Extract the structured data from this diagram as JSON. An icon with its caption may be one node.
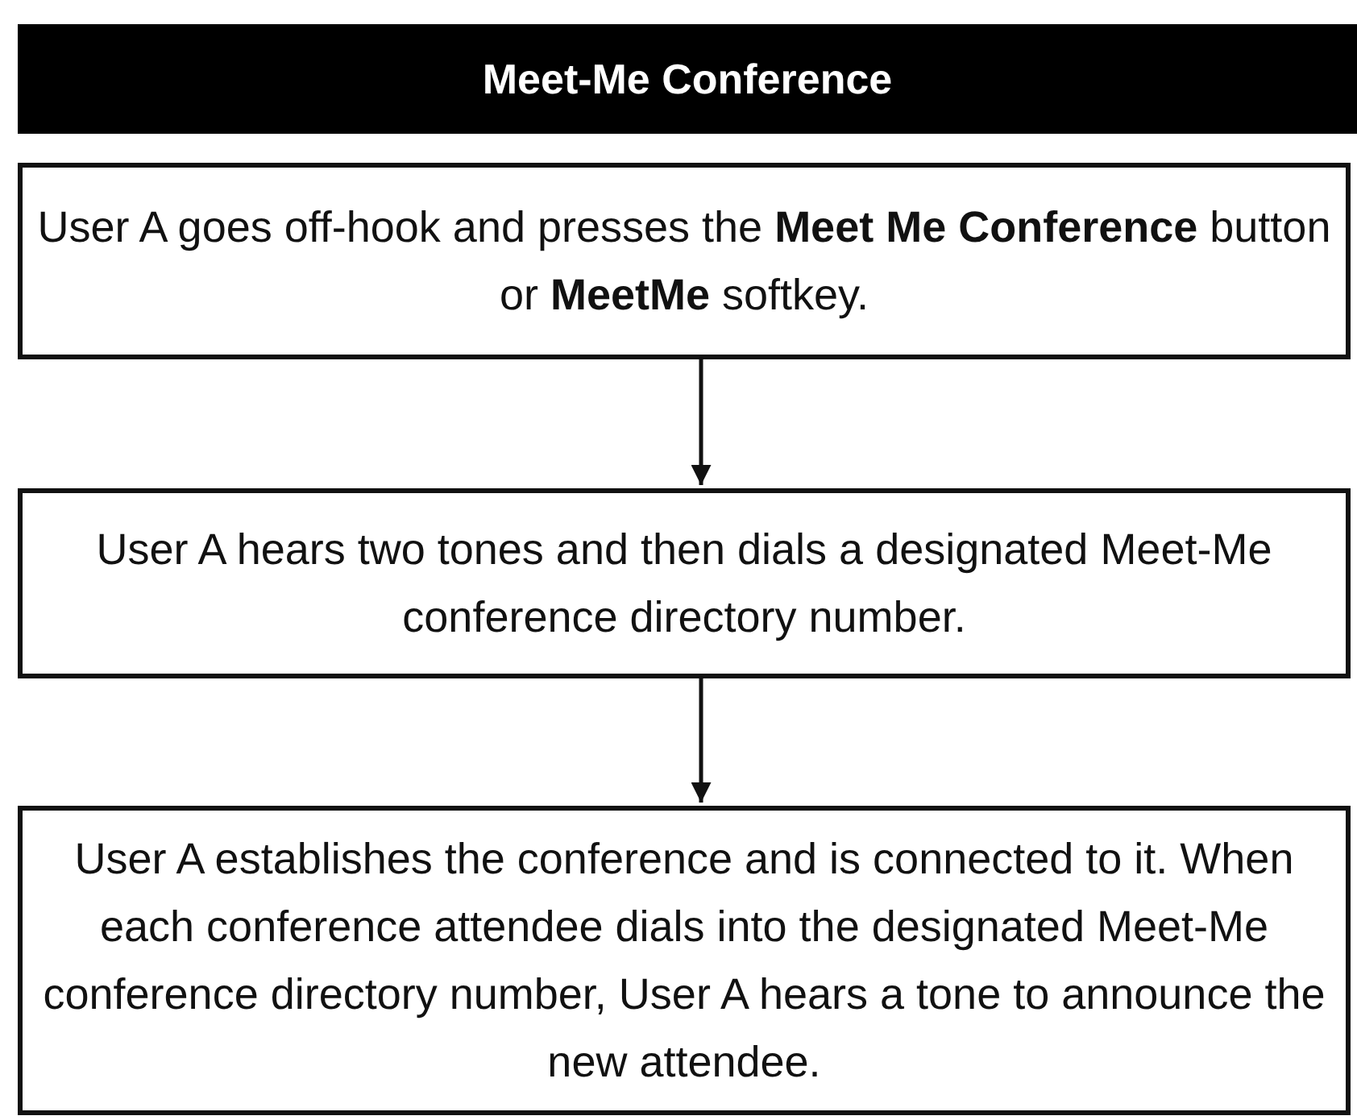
{
  "diagram": {
    "title": "Meet-Me Conference",
    "nodes": [
      {
        "text": [
          "User A goes off-hook and presses the **Meet Me Conference** button or **MeetMe** softkey."
        ]
      },
      {
        "text": [
          "User A hears two tones and then dials a designated Meet-Me conference directory number."
        ]
      },
      {
        "text": [
          "User A establishes the conference and is connected to it. When each conference attendee dials into the designated Meet-Me conference directory number, User A hears a tone to announce the new attendee."
        ]
      }
    ],
    "edges": [
      {
        "from": 0,
        "to": 1,
        "arrow": "to"
      },
      {
        "from": 1,
        "to": 2,
        "arrow": "to"
      }
    ]
  }
}
